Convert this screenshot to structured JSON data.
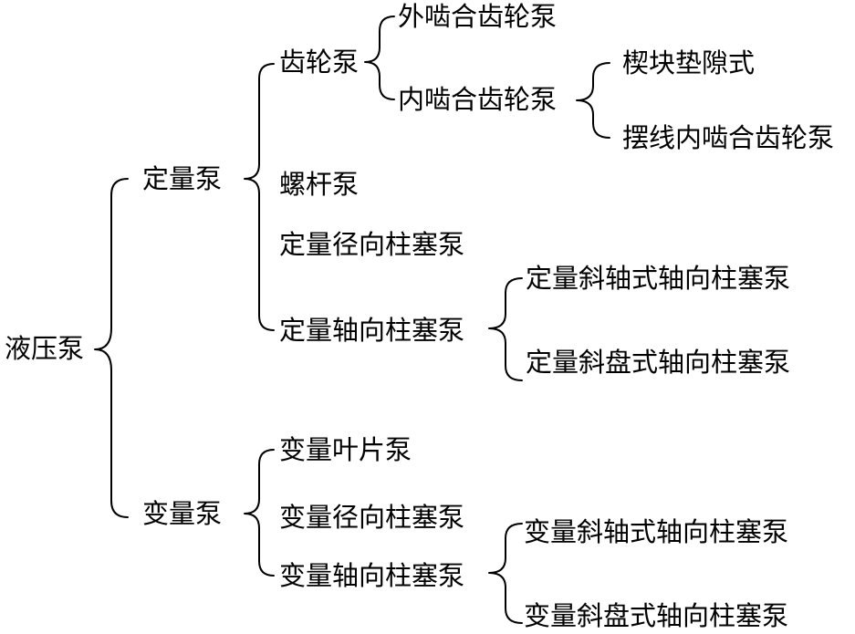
{
  "diagram": {
    "root": "液压泵",
    "fixed": {
      "label": "定量泵",
      "gear": {
        "label": "齿轮泵",
        "external": "外啮合齿轮泵",
        "internal": {
          "label": "内啮合齿轮泵",
          "crescent": "楔块垫隙式",
          "gerotor": "摆线内啮合齿轮泵"
        }
      },
      "screw": "螺杆泵",
      "radial": "定量径向柱塞泵",
      "axial": {
        "label": "定量轴向柱塞泵",
        "bent_axis": "定量斜轴式轴向柱塞泵",
        "swash_plate": "定量斜盘式轴向柱塞泵"
      }
    },
    "variable": {
      "label": "变量泵",
      "vane": "变量叶片泵",
      "radial": "变量径向柱塞泵",
      "axial": {
        "label": "变量轴向柱塞泵",
        "bent_axis": "变量斜轴式轴向柱塞泵",
        "swash_plate": "变量斜盘式轴向柱塞泵"
      }
    },
    "line_color": "#000000",
    "text_color": "#000000"
  }
}
